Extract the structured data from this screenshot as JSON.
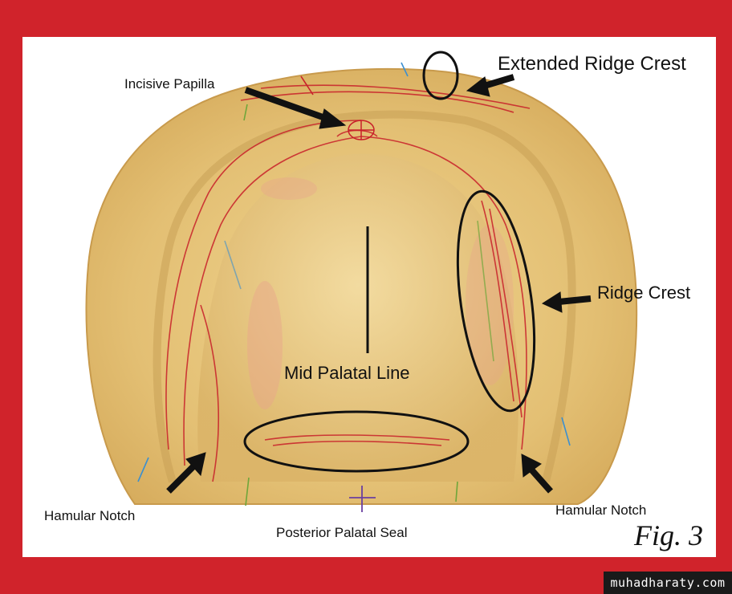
{
  "figure": {
    "labels": {
      "extended_ridge_crest": "Extended Ridge Crest",
      "incisive_papilla": "Incisive Papilla",
      "ridge_crest": "Ridge Crest",
      "mid_palatal_line": "Mid Palatal Line",
      "hamular_notch_left": "Hamular Notch",
      "hamular_notch_right": "Hamular Notch",
      "posterior_palatal_seal": "Posterior Palatal Seal"
    },
    "caption": "Fig. 3"
  },
  "colors": {
    "border": "#d0232b",
    "cast": "#e6c47c",
    "marker_red": "#c8202a",
    "marker_green": "#6fa63a",
    "marker_blue": "#3b8fd0",
    "marker_purple": "#6a3fa0"
  },
  "watermark": "muhadharaty.com"
}
